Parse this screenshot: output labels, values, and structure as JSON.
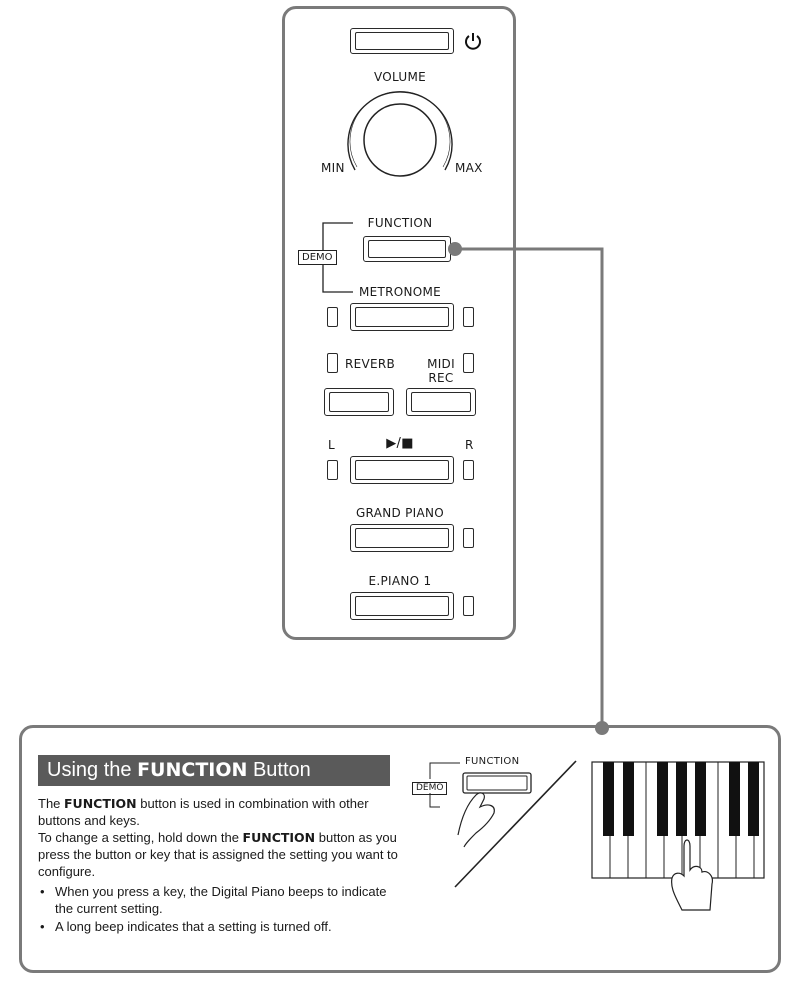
{
  "panel": {
    "volume_label": "VOLUME",
    "min_label": "MIN",
    "max_label": "MAX",
    "function_label": "FUNCTION",
    "demo_label": "DEMO",
    "metronome_label": "METRONOME",
    "reverb_label": "REVERB",
    "midi_label": "MIDI",
    "rec_label": "REC",
    "l_label": "L",
    "r_label": "R",
    "play_stop_label": "▶/■",
    "grand_piano_label": "GRAND PIANO",
    "epiano_label": "E.PIANO 1",
    "power_icon": "power-icon"
  },
  "info": {
    "title_prefix": "Using the ",
    "title_bold": "FUNCTION",
    "title_suffix": " Button",
    "p1_prefix": "The ",
    "p1_bold": "FUNCTION",
    "p1_suffix": " button is used in combination with other buttons and keys.",
    "p2_prefix": "To change a setting, hold down the ",
    "p2_bold": "FUNCTION",
    "p2_suffix": " button as you press the button or key that is assigned the setting you want to configure.",
    "bullets": [
      "When you press a key, the Digital Piano beeps to indicate the current setting.",
      "A long beep indicates that a setting is turned off."
    ],
    "mini_function_label": "FUNCTION",
    "mini_demo_label": "DEMO"
  }
}
